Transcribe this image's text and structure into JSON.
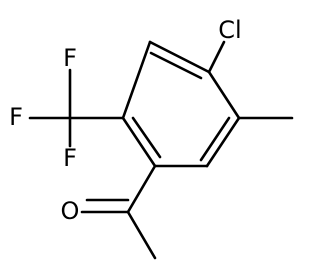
{
  "molecule": {
    "atoms": {
      "chlorine": "Cl",
      "fluorine_top": "F",
      "fluorine_left": "F",
      "fluorine_bottom": "F",
      "oxygen": "O"
    },
    "colors": {
      "bond": "#000000",
      "label": "#000000",
      "background": "#ffffff"
    }
  }
}
